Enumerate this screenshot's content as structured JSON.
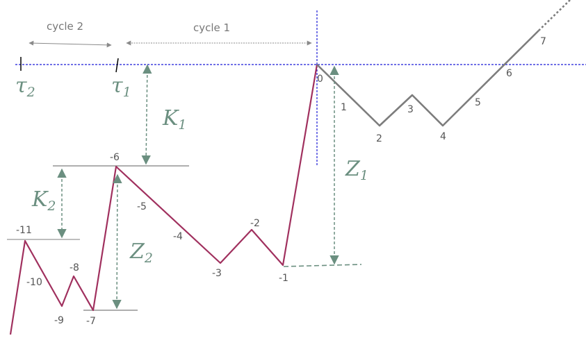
{
  "colors": {
    "past_path": "#a0305e",
    "future_path": "#7d7d7d",
    "reference_line": "#1a1ad6",
    "annotation": "#6b8f80",
    "level_line": "#7d7d7d",
    "cycle_arrow": "#8a8a8a",
    "tick": "#000000"
  },
  "cycles": {
    "cycle1_label": "cycle 1",
    "cycle2_label": "cycle 2"
  },
  "tau": {
    "tau1": {
      "base": "τ",
      "sub": "1"
    },
    "tau2": {
      "base": "τ",
      "sub": "2"
    }
  },
  "quantities": {
    "K1": {
      "base": "K",
      "sub": "1"
    },
    "K2": {
      "base": "K",
      "sub": "2"
    },
    "Z1": {
      "base": "Z",
      "sub": "1"
    },
    "Z2": {
      "base": "Z",
      "sub": "2"
    }
  },
  "points": [
    {
      "label": "-11"
    },
    {
      "label": "-10"
    },
    {
      "label": "-9"
    },
    {
      "label": "-8"
    },
    {
      "label": "-7"
    },
    {
      "label": "-6"
    },
    {
      "label": "-5"
    },
    {
      "label": "-4"
    },
    {
      "label": "-3"
    },
    {
      "label": "-2"
    },
    {
      "label": "-1"
    },
    {
      "label": "0"
    },
    {
      "label": "1"
    },
    {
      "label": "2"
    },
    {
      "label": "3"
    },
    {
      "label": "4"
    },
    {
      "label": "5"
    },
    {
      "label": "6"
    },
    {
      "label": "7"
    }
  ]
}
